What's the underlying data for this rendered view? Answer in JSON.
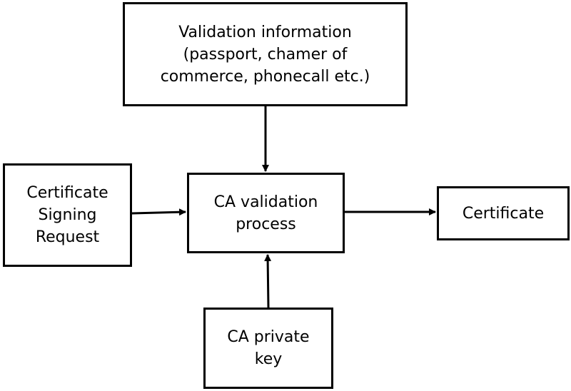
{
  "diagram": {
    "nodes": {
      "validation_info": {
        "lines": [
          "Validation information",
          "(passport, chamer of",
          "commerce, phonecall etc.)"
        ]
      },
      "csr": {
        "lines": [
          "Certificate",
          "Signing",
          "Request"
        ]
      },
      "ca_process": {
        "lines": [
          "CA validation",
          "process"
        ]
      },
      "certificate": {
        "lines": [
          "Certificate"
        ]
      },
      "private_key": {
        "lines": [
          "CA private",
          "key"
        ]
      }
    },
    "edges": [
      {
        "from": "validation_info",
        "to": "ca_process"
      },
      {
        "from": "csr",
        "to": "ca_process"
      },
      {
        "from": "private_key",
        "to": "ca_process"
      },
      {
        "from": "ca_process",
        "to": "certificate"
      }
    ]
  }
}
